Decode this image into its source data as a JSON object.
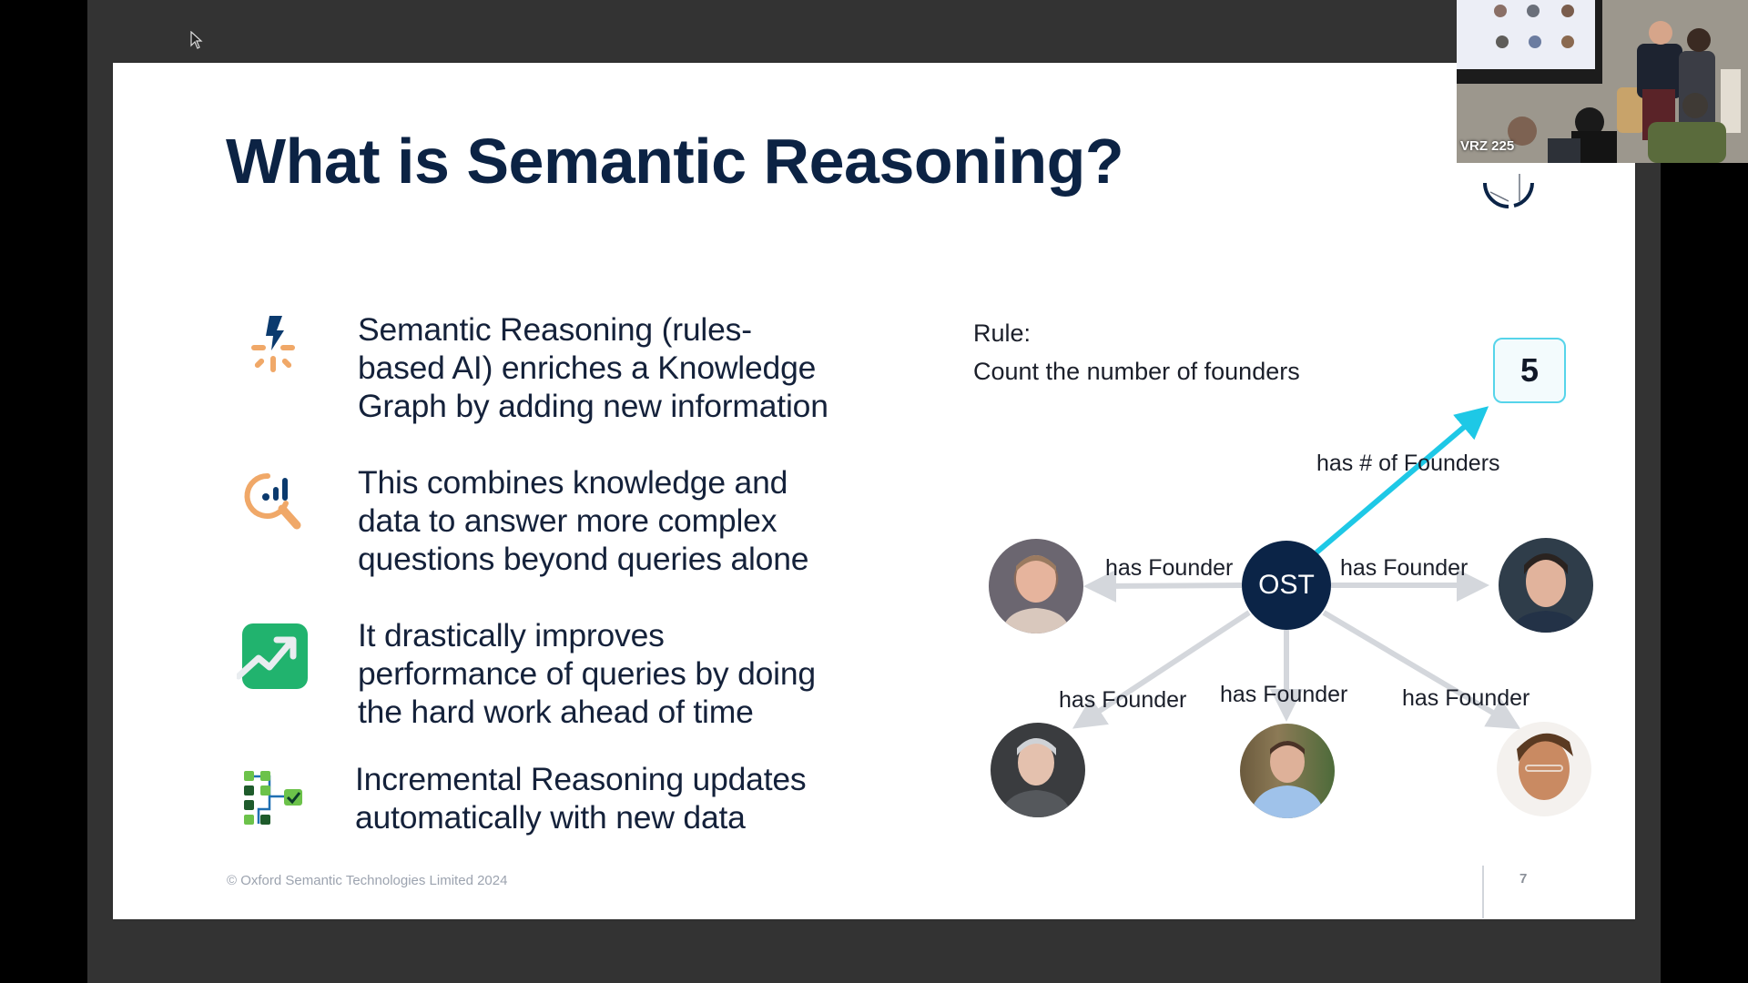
{
  "slide": {
    "title": "What is Semantic Reasoning?",
    "bullets": [
      {
        "icon": "lightning-spark-icon",
        "text": "Semantic Reasoning (rules-\nbased AI) enriches a Knowledge\nGraph by adding new information"
      },
      {
        "icon": "magnifier-chart-icon",
        "text": "This combines knowledge and\ndata to answer more complex\nquestions beyond queries alone"
      },
      {
        "icon": "trending-up-icon",
        "text": "It drastically improves\nperformance of queries by doing\nthe hard work ahead of time"
      },
      {
        "icon": "flow-check-icon",
        "text": "Incremental Reasoning updates\nautomatically with new data"
      }
    ],
    "diagram": {
      "rule_label": "Rule:",
      "rule_text": "Count the number of founders",
      "count_value": "5",
      "count_edge_label": "has # of Founders",
      "center_node": "OST",
      "founder_edges": [
        {
          "label": "has Founder",
          "position": "left"
        },
        {
          "label": "has Founder",
          "position": "right"
        },
        {
          "label": "has Founder",
          "position": "bottom-left"
        },
        {
          "label": "has Founder",
          "position": "bottom-center"
        },
        {
          "label": "has Founder",
          "position": "bottom-right"
        }
      ],
      "colors": {
        "count_arrow": "#1ec8e6",
        "founder_arrow": "#d4d7dc",
        "center_node": "#0b2447"
      }
    },
    "footer": "© Oxford Semantic Technologies Limited 2024",
    "page_number": "7"
  },
  "webcam": {
    "label": "VRZ 225"
  },
  "colors": {
    "title": "#0c2344",
    "background": "#333333"
  }
}
